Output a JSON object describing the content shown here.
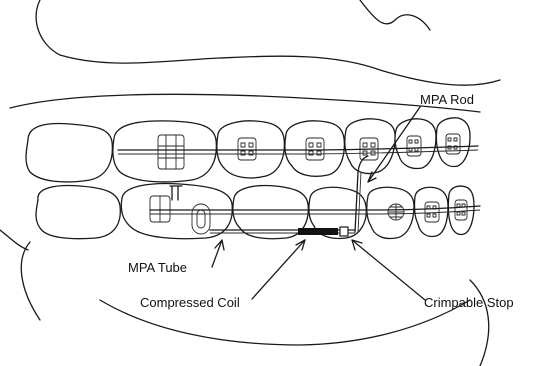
{
  "labels": {
    "mpa_rod": "MPA Rod",
    "mpa_tube": "MPA Tube",
    "compressed_coil": "Compressed Coil",
    "crimpable_stop": "Crimpable Stop"
  },
  "colors": {
    "line": "#1a1a1a",
    "background": "#ffffff",
    "coil_fill": "#111111"
  }
}
